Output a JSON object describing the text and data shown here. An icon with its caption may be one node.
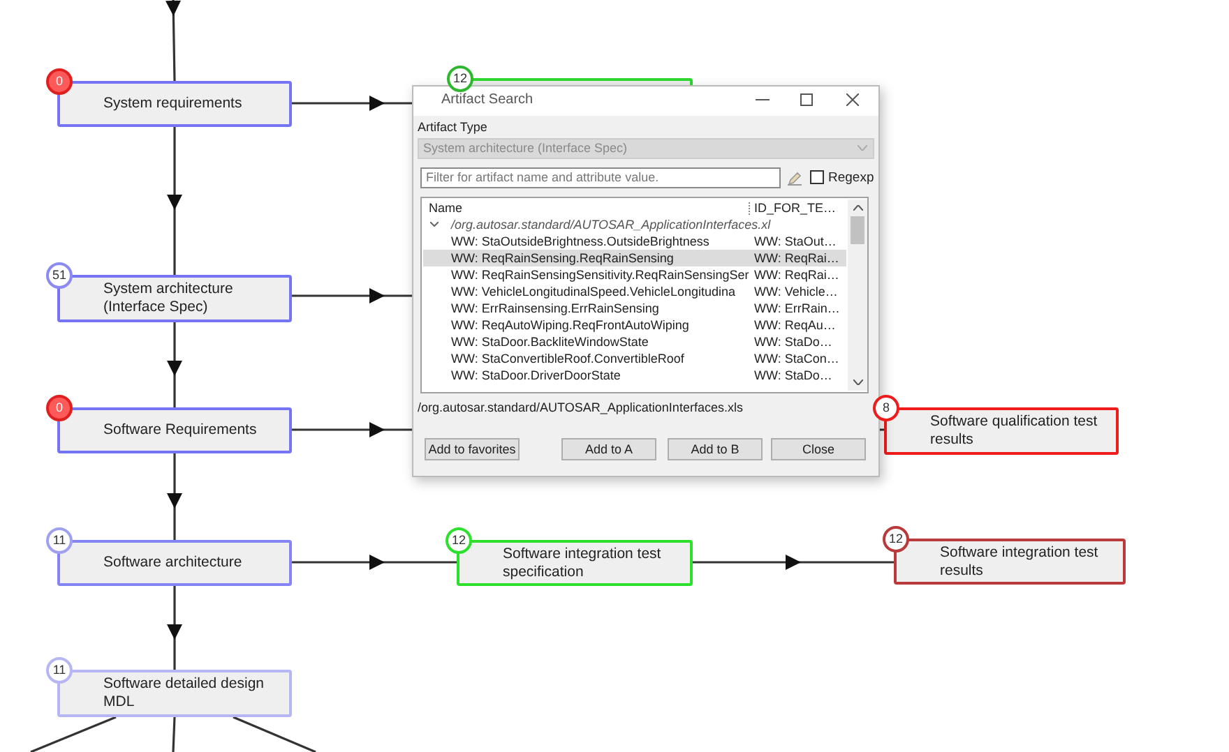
{
  "diagram": {
    "nodes": [
      {
        "text": [
          "System requirements"
        ],
        "beside": [
          "0"
        ]
      },
      {
        "text": [
          "System architecture (Interface Spec)"
        ],
        "beside": [
          "51"
        ]
      },
      {
        "text": [
          "Software Requirements"
        ],
        "beside": [
          "0"
        ]
      },
      {
        "text": [
          "Software architecture"
        ],
        "beside": [
          "11"
        ]
      },
      {
        "text": [
          "Software detailed design MDL"
        ],
        "beside": [
          "11"
        ]
      },
      {
        "text": [],
        "shape": "box",
        "beside": [
          "12"
        ]
      },
      {
        "text": [
          "Software qualification test results"
        ],
        "beside": [
          "8"
        ]
      },
      {
        "text": [
          "Software integration test specification"
        ],
        "beside": [
          "12"
        ]
      },
      {
        "text": [
          "Software integration test results"
        ],
        "beside": [
          "12"
        ]
      }
    ],
    "edges": [
      {
        "from": null,
        "to": 0,
        "arrow": "to"
      },
      {
        "from": 0,
        "to": 5,
        "arrow": "to"
      },
      {
        "from": 0,
        "to": 1,
        "arrow": "to"
      },
      {
        "from": 1,
        "to": null,
        "arrow": "to"
      },
      {
        "from": 1,
        "to": 2,
        "arrow": "to"
      },
      {
        "from": 2,
        "to": 6,
        "arrow": "to"
      },
      {
        "from": 2,
        "to": 3,
        "arrow": "to"
      },
      {
        "from": 3,
        "to": 7,
        "arrow": "to"
      },
      {
        "from": 3,
        "to": 4,
        "arrow": "to"
      },
      {
        "from": 7,
        "to": 8,
        "arrow": "to"
      },
      {
        "from": 4,
        "to": null,
        "arrow": "none"
      },
      {
        "from": 4,
        "to": null,
        "arrow": "none"
      },
      {
        "from": 4,
        "to": null,
        "arrow": "none"
      }
    ],
    "labels": [
      "Artifact Search",
      "Artifact Type",
      "System architecture (Interface Spec)",
      "Filter for artifact name and attribute value.",
      "Regexp",
      "Name",
      "ID_FOR_TE…",
      "/org.autosar.standard/AUTOSAR_ApplicationInterfaces.xl",
      "WW: StaOutsideBrightness.OutsideBrightness",
      "WW: StaOut…",
      "WW: ReqRainSensing.ReqRainSensing",
      "WW: ReqRai…",
      "WW: ReqRainSensingSensitivity.ReqRainSensingSer",
      "WW: ReqRai…",
      "WW: VehicleLongitudinalSpeed.VehicleLongitudina",
      "WW: Vehicle…",
      "WW: ErrRainsensing.ErrRainSensing",
      "WW: ErrRain…",
      "WW: ReqAutoWiping.ReqFrontAutoWiping",
      "WW: ReqAu…",
      "WW: StaDoor.BackliteWindowState",
      "WW: StaDo…",
      "WW: StaConvertibleRoof.ConvertibleRoof",
      "WW: StaCon…",
      "WW: StaDoor.DriverDoorState",
      "WW: StaDo…",
      "/org.autosar.standard/AUTOSAR_ApplicationInterfaces.xls",
      "Add to favorites",
      "Add to A",
      "Add to B",
      "Close"
    ]
  }
}
